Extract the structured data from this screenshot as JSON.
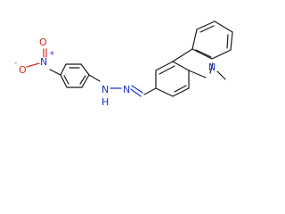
{
  "molecule": {
    "atoms": {
      "nitro_o_top": "O",
      "nitro_n_charge": "+",
      "nitro_n": "N",
      "nitro_o_minus": "-",
      "nitro_o_left": "O",
      "hydrazone_n1": "N",
      "hydrazone_h": "H",
      "hydrazone_n2": "N",
      "carbazole_n": "N"
    },
    "colors": {
      "carbon_bond": "#1a1a1a",
      "oxygen": "#d42a1e",
      "nitrogen": "#1c2fd6"
    }
  }
}
